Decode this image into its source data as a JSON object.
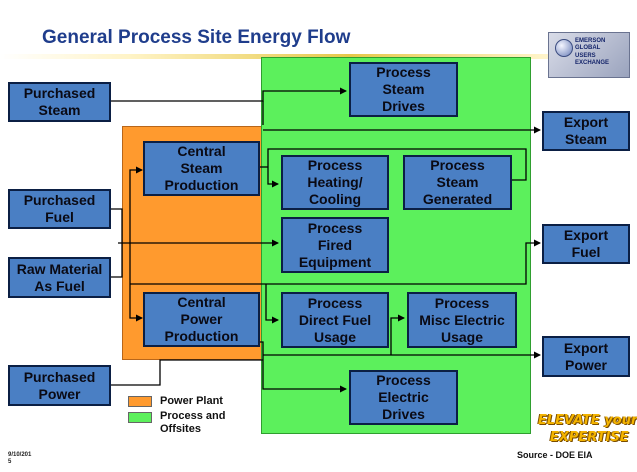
{
  "title": "General Process Site Energy Flow",
  "logo": {
    "icon": "globe-icon",
    "lines": [
      "EMERSON",
      "GLOBAL",
      "USERS",
      "EXCHANGE"
    ]
  },
  "boxes": {
    "purchased_steam": "Purchased\nSteam",
    "purchased_fuel": "Purchased\nFuel",
    "raw_material_fuel": "Raw Material\nAs Fuel",
    "purchased_power": "Purchased\nPower",
    "central_steam_production": "Central\nSteam\nProduction",
    "central_power_production": "Central\nPower\nProduction",
    "process_steam_drives": "Process\nSteam\nDrives",
    "process_heating_cooling": "Process\nHeating/\nCooling",
    "process_steam_generated": "Process\nSteam\nGenerated",
    "process_fired_equipment": "Process\nFired\nEquipment",
    "process_direct_fuel_usage": "Process\nDirect Fuel\nUsage",
    "process_misc_electric_usage": "Process\nMisc Electric\nUsage",
    "process_electric_drives": "Process\nElectric\nDrives",
    "export_steam": "Export\nSteam",
    "export_fuel": "Export\nFuel",
    "export_power": "Export\nPower"
  },
  "legend": [
    {
      "label": "Power Plant",
      "color": "#ff9a2e"
    },
    {
      "label": "Process and\nOffsites",
      "color": "#5cf05c"
    }
  ],
  "colors": {
    "box_fill": "#4a7fc4",
    "title": "#1f3d8c"
  },
  "footer": {
    "date": "9/10/201\n5",
    "source": "Source -  DOE EIA",
    "badge_line1": "ELEVATE your",
    "badge_line2": "EXPERTISE"
  }
}
